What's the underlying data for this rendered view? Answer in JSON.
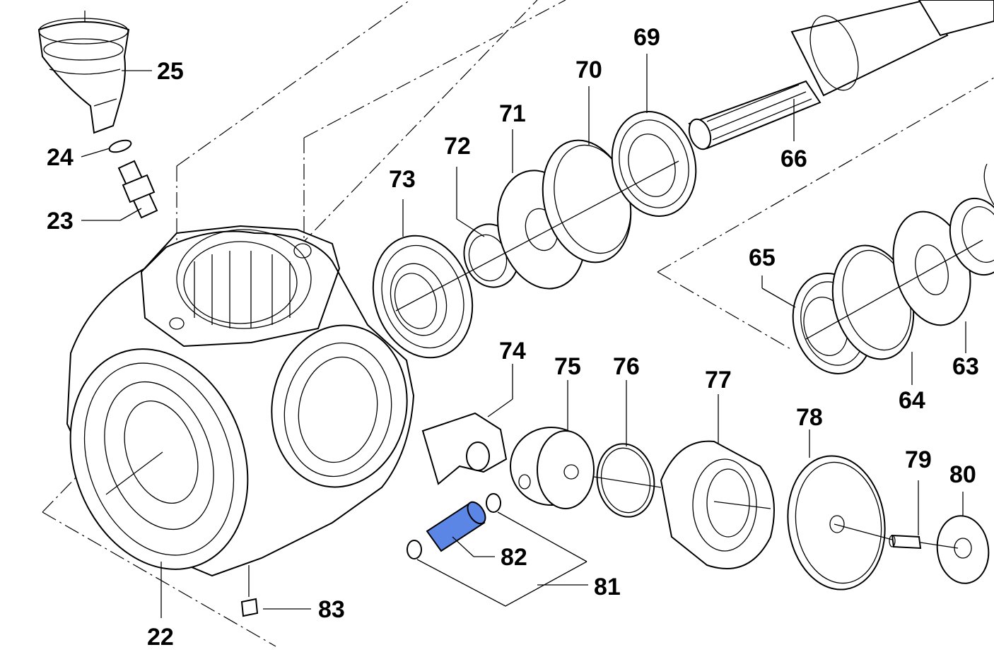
{
  "diagram": {
    "highlight_color": "#5b86e5",
    "line_color": "#000000",
    "background": "#ffffff",
    "highlighted_part": "82",
    "callouts": {
      "p22": "22",
      "p23": "23",
      "p24": "24",
      "p25": "25",
      "p63": "63",
      "p64": "64",
      "p65": "65",
      "p66": "66",
      "p69": "69",
      "p70": "70",
      "p71": "71",
      "p72": "72",
      "p73": "73",
      "p74": "74",
      "p75": "75",
      "p76": "76",
      "p77": "77",
      "p78": "78",
      "p79": "79",
      "p80": "80",
      "p81": "81",
      "p82": "82",
      "p83": "83"
    }
  }
}
